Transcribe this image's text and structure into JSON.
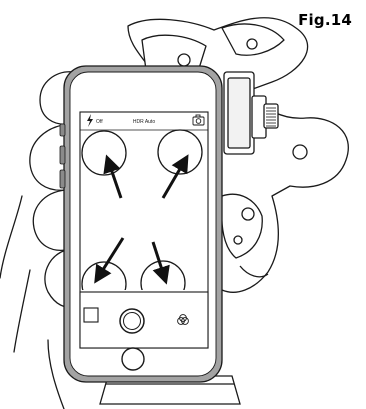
{
  "figure": {
    "label": "Fig.14"
  },
  "camera_app": {
    "flash_label": "Off",
    "mode_label": "HDR Auto"
  },
  "icons": {
    "flash": "lightning-icon",
    "camera_switch": "camera-switch-icon",
    "gallery": "gallery-thumbnail-icon",
    "shutter": "shutter-button-icon",
    "filters": "filters-icon",
    "home": "home-button-icon"
  }
}
